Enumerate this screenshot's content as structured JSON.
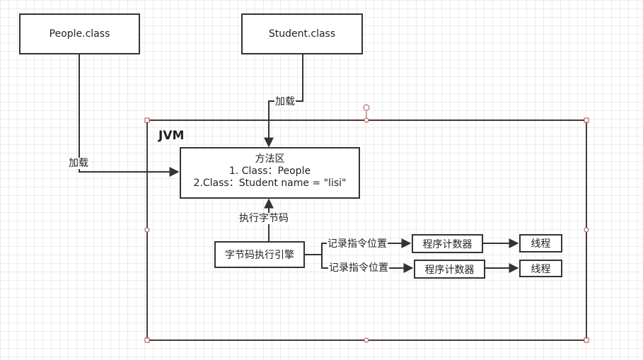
{
  "diagram": {
    "people_class": "People.class",
    "student_class": "Student.class",
    "load_label_student": "加载",
    "load_label_people": "加载",
    "jvm_title": "JVM",
    "method_area": {
      "title": "方法区",
      "line1": "1. Class：People",
      "line2": "2.Class：Student  name = \"lisi\""
    },
    "exec_bytecode_label": "执行字节码",
    "bytecode_engine": "字节码执行引擎",
    "record_label_1": "记录指令位置",
    "record_label_2": "记录指令位置",
    "pc_counter_1": "程序计数器",
    "pc_counter_2": "程序计数器",
    "thread_1": "线程",
    "thread_2": "线程"
  }
}
